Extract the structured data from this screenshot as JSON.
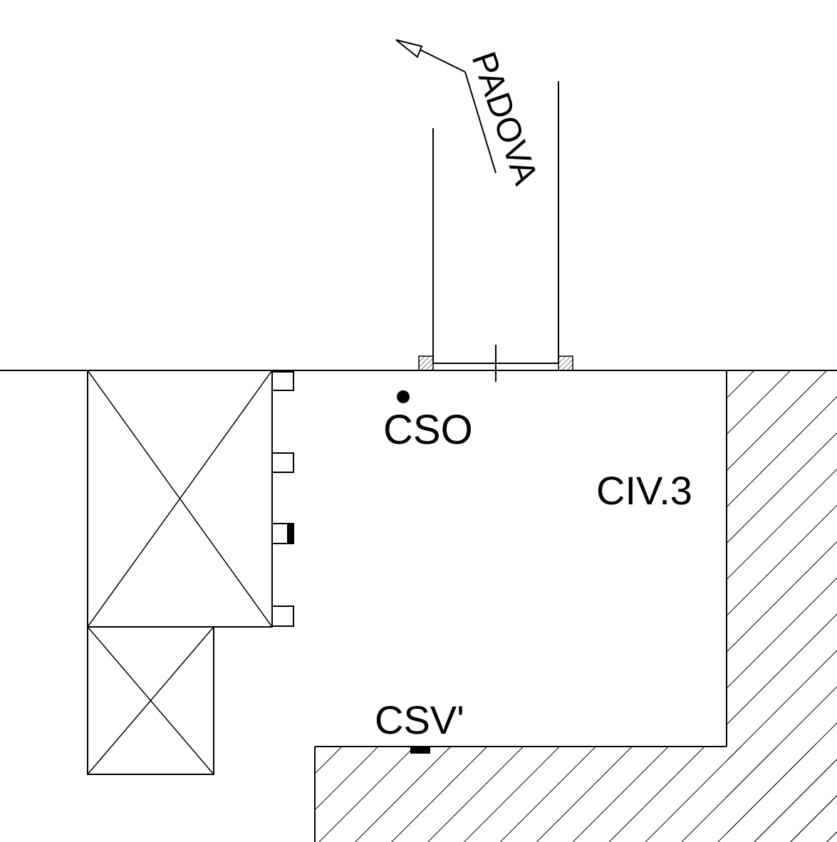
{
  "labels": {
    "road_direction": "PADOVA",
    "cso": "CSO",
    "civic": "CIV.3",
    "csv": "CSV'"
  },
  "colors": {
    "ink": "#000000",
    "paper": "#ffffff"
  }
}
